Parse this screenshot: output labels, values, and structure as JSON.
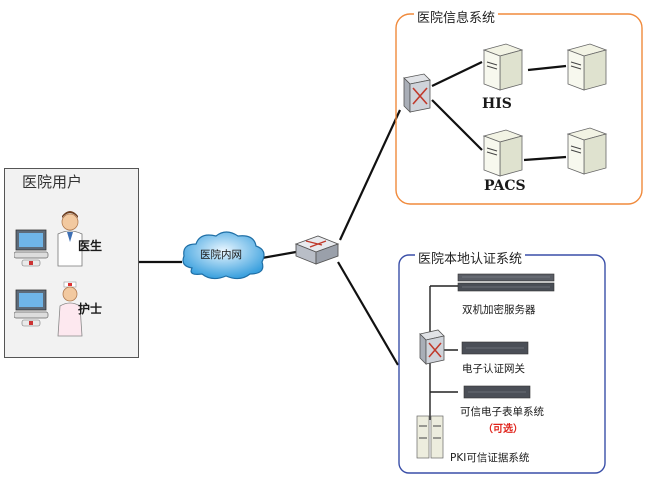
{
  "groups": {
    "users": {
      "title": "医院用户"
    },
    "his_system": {
      "title": "医院信息系统"
    },
    "auth_system": {
      "title": "医院本地认证系统"
    }
  },
  "users": [
    {
      "label": "医生"
    },
    {
      "label": "护士"
    }
  ],
  "network": {
    "cloud_label": "医院内网"
  },
  "his_nodes": {
    "his_label": "HIS",
    "pacs_label": "PACS"
  },
  "auth_nodes": {
    "dual_encryption_label": "双机加密服务器",
    "gateway_label": "电子认证网关",
    "trusted_form_label": "可信电子表单系统",
    "optional_label": "（可选）",
    "pki_label": "PKI可信证据系统"
  },
  "colors": {
    "his_border": "#f08a3c",
    "auth_border": "#3a4fa8",
    "link": "#111111",
    "optional_text": "#e0241c"
  }
}
